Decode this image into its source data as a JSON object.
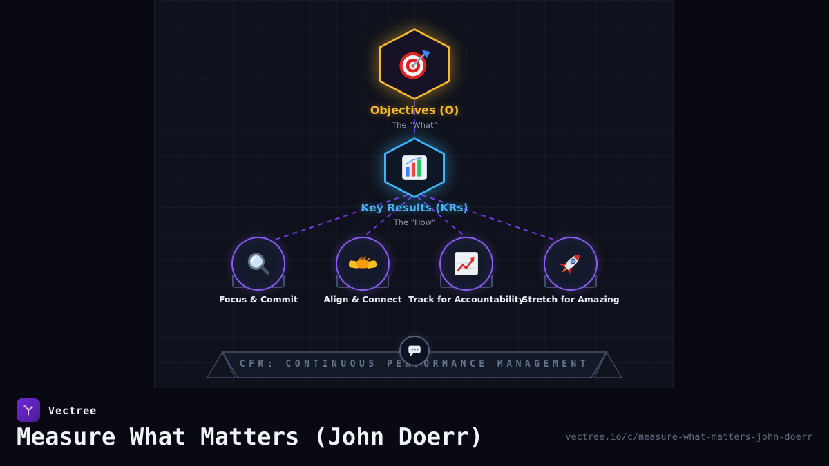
{
  "colors": {
    "gold": "#f5b82e",
    "cyan": "#3cb4f8",
    "connector_purple": "#7c3aed",
    "pillar_border": "#8b5cf6",
    "banner_gray": "#64748f",
    "background": "#0f121c"
  },
  "diagram": {
    "objectives": {
      "label": "Objectives (O)",
      "sublabel": "The \"What\"",
      "icon": "target-icon"
    },
    "key_results": {
      "label": "Key Results (KRs)",
      "sublabel": "The \"How\"",
      "icon": "bar-chart-icon"
    },
    "pillars": [
      {
        "label": "Focus & Commit",
        "icon": "magnifier-icon"
      },
      {
        "label": "Align & Connect",
        "icon": "handshake-icon"
      },
      {
        "label": "Track for Accountability",
        "icon": "trend-chart-icon"
      },
      {
        "label": "Stretch for Amazing",
        "icon": "rocket-icon"
      }
    ],
    "banner": {
      "label": "CFR: CONTINUOUS PERFORMANCE MANAGEMENT",
      "icon": "speech-bubble-icon"
    }
  },
  "footer": {
    "brand": "Vectree",
    "title": "Measure What Matters (John Doerr)",
    "url": "vectree.io/c/measure-what-matters-john-doerr"
  }
}
